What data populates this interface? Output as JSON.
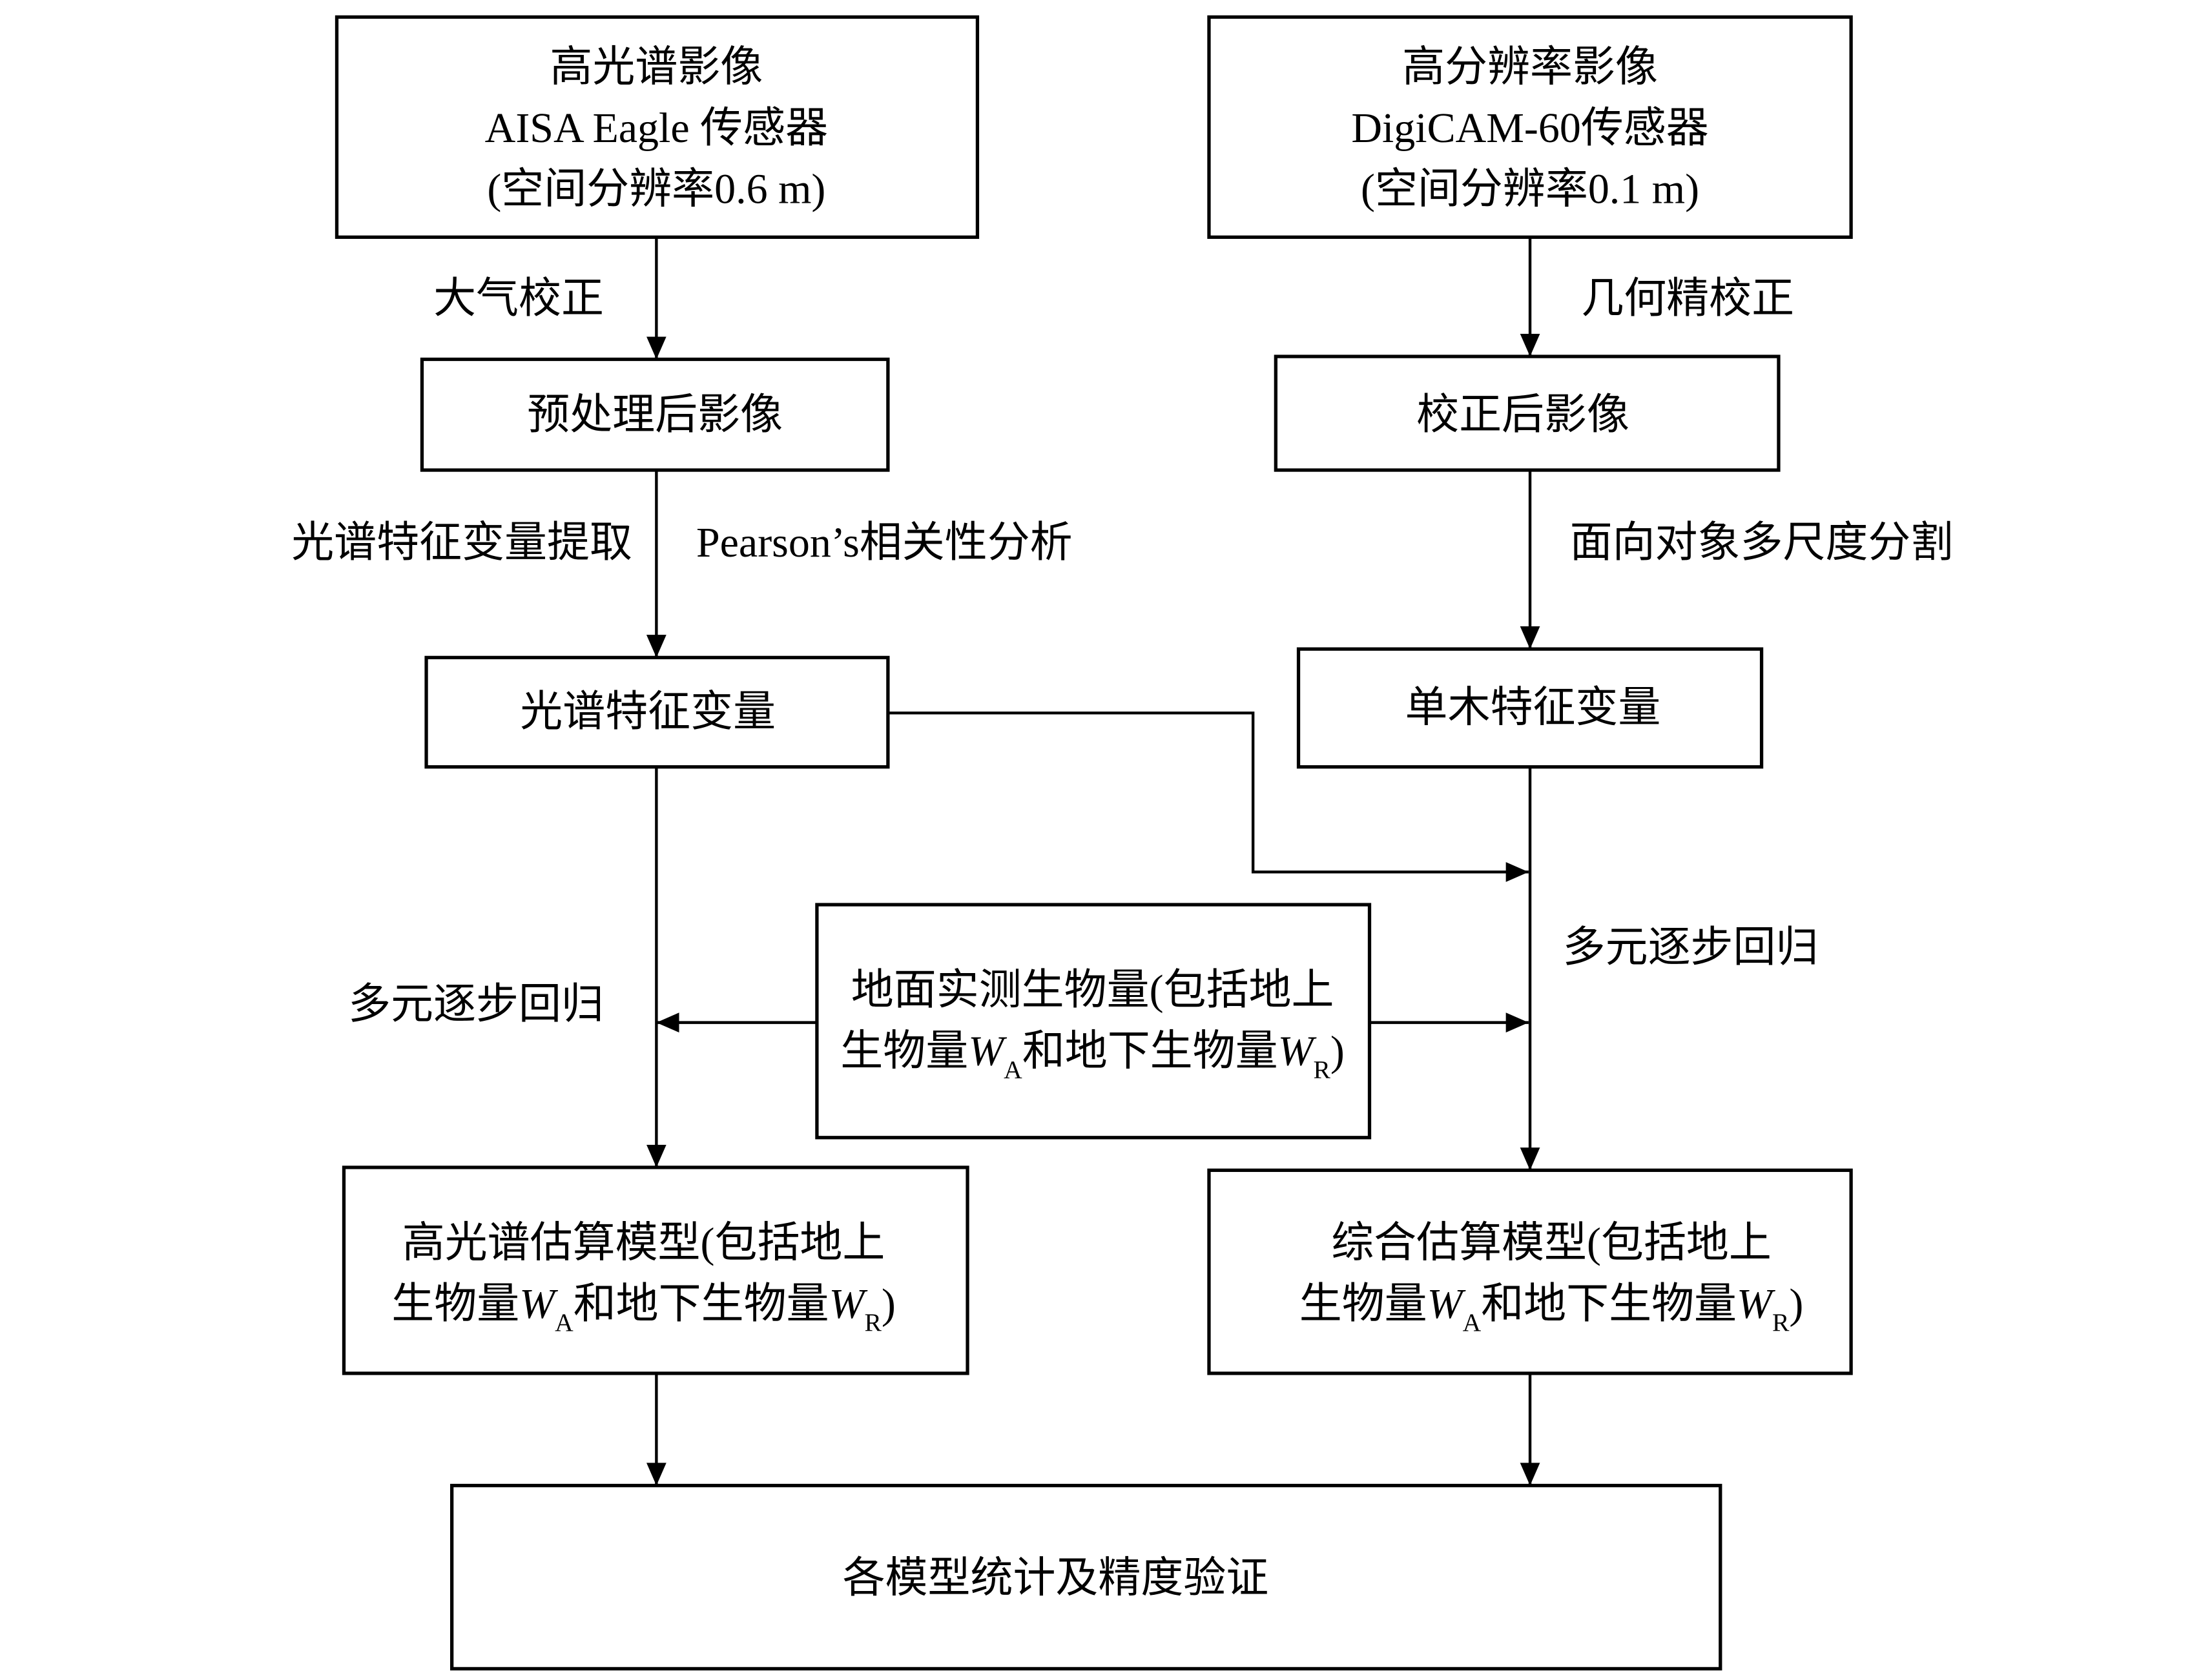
{
  "boxes": {
    "hyperspectral_image": {
      "line1": "高光谱影像",
      "line2": "AISA Eagle 传感器",
      "line3": "(空间分辨率0.6 m)"
    },
    "high_res_image": {
      "line1": "高分辨率影像",
      "line2": "DigiCAM-60传感器",
      "line3": "(空间分辨率0.1 m)"
    },
    "preprocessed_image": "预处理后影像",
    "corrected_image": "校正后影像",
    "spectral_features": "光谱特征变量",
    "tree_features": "单木特征变量",
    "field_biomass": {
      "line1": "地面实测生物量(包括地上",
      "line2": {
        "pre": "生物量",
        "var1": "W",
        "sub1": "A",
        "mid": "和地下生物量",
        "var2": "W",
        "sub2": "R",
        "post": ")"
      }
    },
    "hyperspectral_model": {
      "line1": "高光谱估算模型(包括地上",
      "line2": {
        "pre": "生物量",
        "var1": "W",
        "sub1": "A",
        "mid": "和地下生物量",
        "var2": "W",
        "sub2": "R",
        "post": ")"
      }
    },
    "integrated_model": {
      "line1": "综合估算模型(包括地上",
      "line2": {
        "pre": "生物量",
        "var1": "W",
        "sub1": "A",
        "mid": "和地下生物量",
        "var2": "W",
        "sub2": "R",
        "post": ")"
      }
    },
    "validation": "各模型统计及精度验证"
  },
  "labels": {
    "atmospheric_correction": "大气校正",
    "geometric_correction": "几何精校正",
    "spectral_extraction": "光谱特征变量提取",
    "pearson_analysis": "Pearson’s相关性分析",
    "segmentation": "面向对象多尺度分割",
    "regression_left": "多元逐步回归",
    "regression_right": "多元逐步回归"
  }
}
